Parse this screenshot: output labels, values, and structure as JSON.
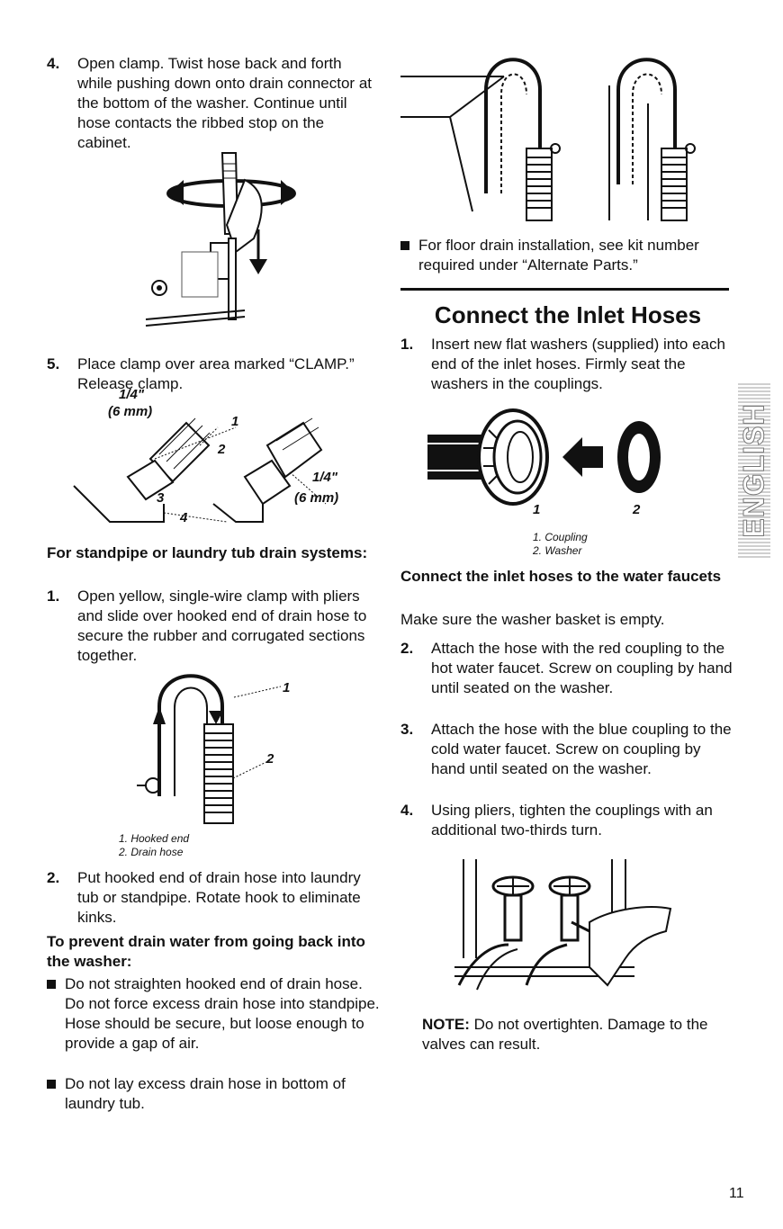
{
  "left": {
    "step4": {
      "num": "4.",
      "text": "Open clamp. Twist hose back and forth while pushing down onto drain connector at the bottom of the washer. Continue until hose contacts the ribbed stop on the cabinet."
    },
    "step5": {
      "num": "5.",
      "text": "Place clamp over area marked “CLAMP.” Release clamp."
    },
    "clamp_figure": {
      "dim1": "1/4\"",
      "dim1_mm": "(6 mm)",
      "dim2": "1/4\"",
      "dim2_mm": "(6 mm)",
      "n1": "1",
      "n2": "2",
      "n3": "3",
      "n4": "4"
    },
    "standpipe_heading": "For standpipe or laundry tub drain systems:",
    "sp_step1": {
      "num": "1.",
      "text": "Open yellow, single-wire clamp with pliers and slide over hooked end of drain hose to secure the rubber and corrugated sections together."
    },
    "hook_figure": {
      "n1": "1",
      "n2": "2",
      "caption1": "1. Hooked end",
      "caption2": "2. Drain hose"
    },
    "sp_step2": {
      "num": "2.",
      "text": "Put hooked end of drain hose into laundry tub or standpipe. Rotate hook to eliminate kinks."
    },
    "prevent_heading": "To prevent drain water from going back into the washer:",
    "bullet1": "Do not straighten hooked end of drain hose. Do not force excess drain hose into standpipe. Hose should be secure, but loose enough to provide a gap of air.",
    "bullet2": "Do not lay excess drain hose in bottom of laundry tub."
  },
  "right": {
    "floor_bullet": "For floor drain installation, see kit number required under “Alternate Parts.”",
    "section_title": "Connect the Inlet Hoses",
    "step1": {
      "num": "1.",
      "text": "Insert new flat washers (supplied) into each end of the inlet hoses. Firmly seat the washers in the couplings."
    },
    "coupling_figure": {
      "n1": "1",
      "n2": "2",
      "caption1": "1. Coupling",
      "caption2": "2. Washer"
    },
    "faucet_heading": "Connect the inlet hoses to the water faucets",
    "empty_note": "Make sure the washer basket is empty.",
    "step2": {
      "num": "2.",
      "text": "Attach the hose with the red coupling to the hot water faucet. Screw on coupling by hand until seated on the washer."
    },
    "step3": {
      "num": "3.",
      "text": "Attach the hose with the blue coupling to the cold water faucet. Screw on coupling by hand until seated on the washer."
    },
    "step4": {
      "num": "4.",
      "text": "Using pliers, tighten the couplings with an additional two-thirds turn."
    },
    "note_label": "NOTE:",
    "note_text": " Do not overtighten. Damage to the valves can result."
  },
  "side_tab": "ENGLISH",
  "page_number": "11"
}
